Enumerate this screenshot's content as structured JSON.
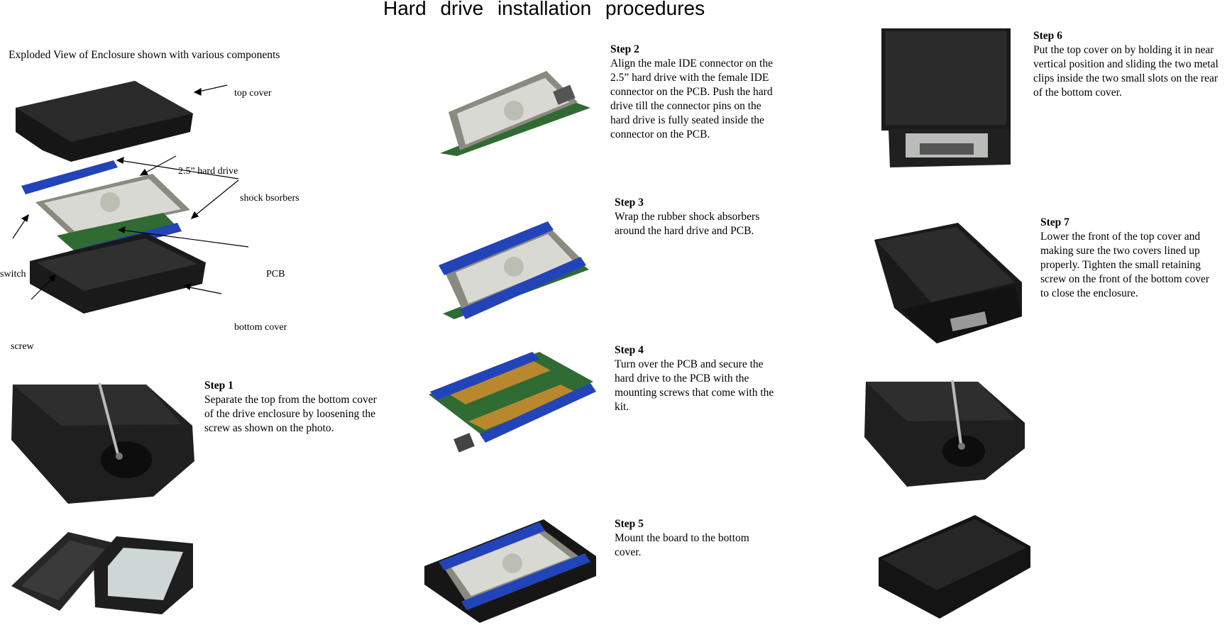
{
  "title": "Hard drive installation procedures",
  "exploded": {
    "caption": "Exploded View of Enclosure shown with various components",
    "labels": {
      "top_cover": "top cover",
      "hard_drive": "2.5” hard drive",
      "shock": "shock  bsorbers",
      "switch": "switch",
      "pcb": "PCB",
      "bottom_cover": "bottom cover",
      "screw": "screw"
    }
  },
  "steps": [
    {
      "title": "Step 1",
      "lines": [
        "Separate the top from the bottom cover",
        "of the drive enclosure by loosening the",
        "screw as shown on the photo."
      ]
    },
    {
      "title": "Step 2",
      "lines": [
        "Align the male IDE connector on the",
        "2.5” hard drive with the female IDE",
        "connector on the PCB. Push the hard",
        "drive till the connector pins on the",
        "hard drive is fully seated inside the",
        "connector on the PCB."
      ]
    },
    {
      "title": "Step 3",
      "lines": [
        "Wrap the rubber shock absorbers",
        "around the hard drive and PCB."
      ]
    },
    {
      "title": "Step 4",
      "lines": [
        "Turn over the PCB and secure the",
        "hard drive to the PCB with the",
        "mounting screws that come with the",
        "kit."
      ]
    },
    {
      "title": "Step 5",
      "lines": [
        "Mount the board to the bottom",
        "cover."
      ]
    },
    {
      "title": "Step 6",
      "lines": [
        "Put the top cover on by holding it in near",
        "vertical position and sliding the two metal",
        "clips inside the two small slots on the rear",
        "of the bottom cover."
      ]
    },
    {
      "title": "Step 7",
      "lines": [
        "Lower the front of the top cover and",
        "making sure the two covers lined up",
        "properly. Tighten the small retaining",
        "screw on the front of the bottom cover",
        "to close the enclosure."
      ]
    }
  ],
  "icons": {
    "arrow": "arrow-pointer",
    "photo": "product-photo"
  },
  "colors": {
    "enclosure": "#1c1c1c",
    "pcb": "#2f6b32",
    "shock_absorber": "#2343b8",
    "drive_label": "#d9d9d4",
    "drive_frame": "#8a8a80"
  }
}
